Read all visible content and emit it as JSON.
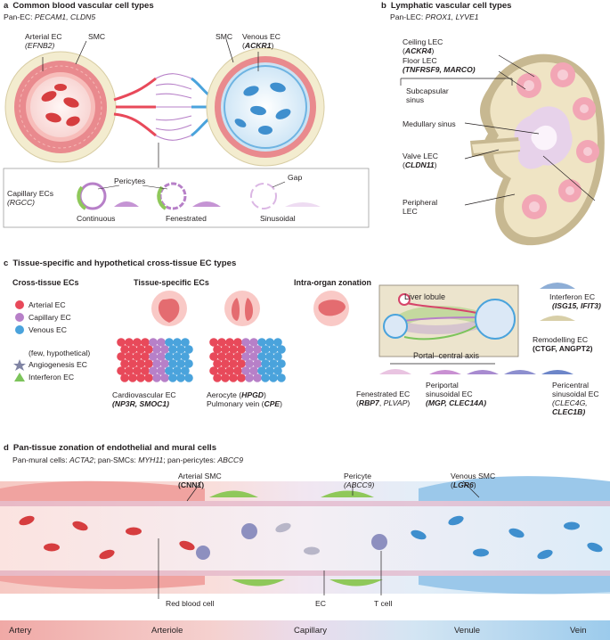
{
  "panel_a": {
    "letter": "a",
    "title": "Common blood vascular cell types",
    "pan_prefix": "Pan-EC: ",
    "pan_markers": "PECAM1, CLDN5",
    "arterial_label": "Arterial EC",
    "arterial_marker": "(EFNB2)",
    "smc_left": "SMC",
    "smc_right": "SMC",
    "venous_label": "Venous EC",
    "venous_marker": "ACKR1",
    "capillary_label": "Capillary ECs",
    "capillary_marker": "(RGCC)",
    "pericytes": "Pericytes",
    "gap": "Gap",
    "continuous": "Continuous",
    "fenestrated": "Fenestrated",
    "sinusoidal": "Sinusoidal"
  },
  "panel_b": {
    "letter": "b",
    "title": "Lymphatic vascular cell types",
    "pan_prefix": "Pan-LEC: ",
    "pan_markers": "PROX1, LYVE1",
    "ceiling": "Ceiling LEC",
    "ceiling_marker": "(ACKR4)",
    "floor": "Floor LEC",
    "floor_marker": "(TNFRSF9, MARCO)",
    "subcapsular_1": "Subcapsular",
    "subcapsular_2": "sinus",
    "medullary": "Medullary sinus",
    "valve": "Valve LEC",
    "valve_marker": "(CLDN11)",
    "peripheral_1": "Peripheral",
    "peripheral_2": "LEC"
  },
  "panel_c": {
    "letter": "c",
    "title": "Tissue-specific and hypothetical cross-tissue EC types",
    "cross_tissue": "Cross-tissue ECs",
    "tissue_specific": "Tissue-specific ECs",
    "intra_organ": "Intra-organ zonation",
    "legend_arterial": "Arterial EC",
    "legend_capillary": "Capillary EC",
    "legend_venous": "Venous EC",
    "legend_note": "(few, hypothetical)",
    "legend_angio": "Angiogenesis EC",
    "legend_interferon": "Interferon EC",
    "cardio_label": "Cardiovascular EC",
    "cardio_markers": "(NP3R, SMOC1)",
    "aerocyte": "Aerocyte (HPGD)",
    "pulmonary": "Pulmonary vein (CPE)",
    "liver_lobule": "Liver lobule",
    "portal_axis": "Portal–central axis",
    "interferon_ec": "Interferon EC",
    "interferon_markers": "(ISG15, IFIT3)",
    "remodelling_ec": "Remodelling EC",
    "remodelling_markers": "(CTGF, ANGPT2)",
    "fenestrated_ec": "Fenestrated EC",
    "fenestrated_markers": "(RBP7, PLVAP)",
    "periportal_1": "Periportal",
    "periportal_2": "sinusoidal EC",
    "periportal_markers": "(MGP, CLEC14A)",
    "pericentral_1": "Pericentral",
    "pericentral_2": "sinusoidal EC",
    "pericentral_m1": "(CLEC4G,",
    "pericentral_m2": "CLEC1B)"
  },
  "panel_d": {
    "letter": "d",
    "title": "Pan-tissue zonation of endothelial and mural cells",
    "pan_line": "Pan-mural cells: ACTA2; pan-SMCs: MYH11; pan-pericytes: ABCC9",
    "arterial_smc": "Arterial SMC",
    "arterial_smc_marker": "(CNN1)",
    "pericyte": "Pericyte",
    "pericyte_marker": "(ABCC9)",
    "venous_smc": "Venous SMC",
    "venous_smc_marker": "(LGR6)",
    "red_blood_cell": "Red blood cell",
    "ec": "EC",
    "t_cell": "T cell",
    "axis": [
      "Artery",
      "Arteriole",
      "Capillary",
      "Venule",
      "Vein"
    ]
  },
  "colors": {
    "arterial": "#e8495a",
    "capillary": "#b780c8",
    "venous": "#4aa3dc",
    "smc": "#e98a8e",
    "pericyte": "#8fc85a",
    "lymph_node": "#efe4c4"
  }
}
